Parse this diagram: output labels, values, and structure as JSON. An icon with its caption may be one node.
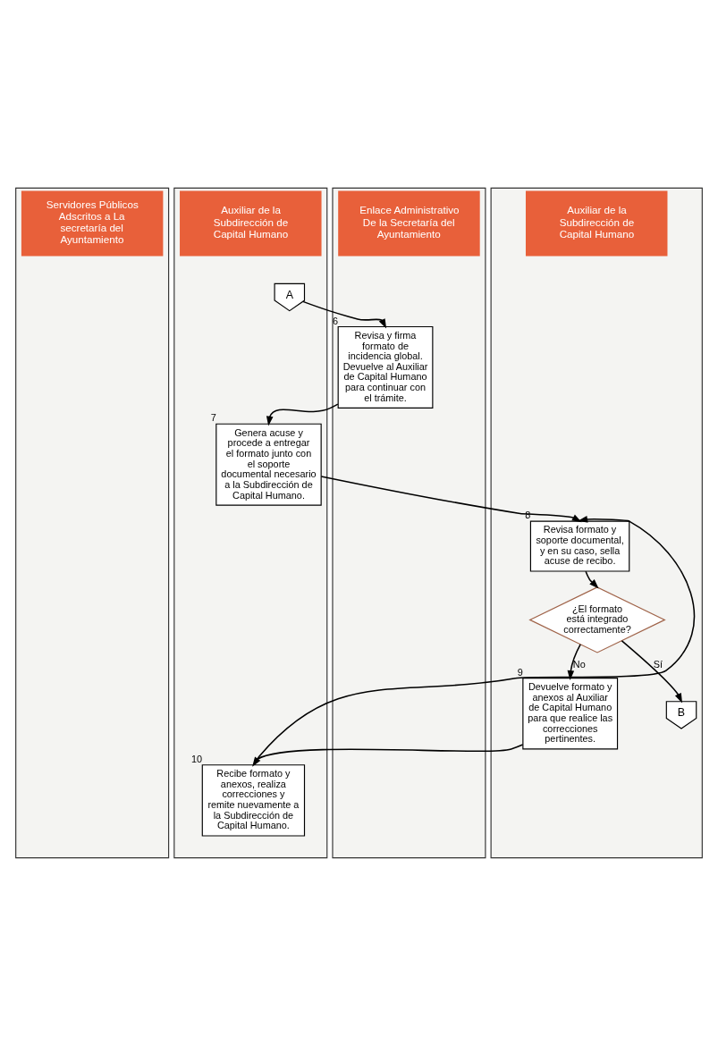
{
  "diagram": {
    "nodes": [
      {
        "text": [
          "Servidores Públicos Adscritos a La secretaría del Ayuntamiento"
        ]
      },
      {
        "text": [
          "Auxiliar de la Subdirección de Capital Humano"
        ]
      },
      {
        "text": [
          "Enlace Administrativo De la Secretaría del Ayuntamiento"
        ]
      },
      {
        "text": [
          "Auxiliar de la Subdirección de Capital Humano"
        ]
      },
      {
        "text": [
          "A"
        ],
        "in": 1
      },
      {
        "text": [
          "Revisa y firma formato de incidencia global. Devuelve al Auxiliar de Capital Humano para continuar con el trámite."
        ],
        "in": 2,
        "beside": [
          "6"
        ]
      },
      {
        "text": [
          "Genera acuse y procede a entregar el formato junto con el soporte documental necesario a la Subdirección de Capital Humano."
        ],
        "in": 1,
        "beside": [
          "7"
        ]
      },
      {
        "text": [
          "Revisa formato y soporte documental, y en su caso, sella acuse de recibo."
        ],
        "in": 3,
        "beside": [
          "8"
        ]
      },
      {
        "text": [
          "¿El formato está integrado correctamente?"
        ],
        "in": 3
      },
      {
        "text": [
          "Devuelve formato y anexos al Auxiliar de Capital Humano para que realice las correcciones pertinentes."
        ],
        "in": 3,
        "beside": [
          "9"
        ]
      },
      {
        "text": [
          "Recibe formato y anexos, realiza correcciones y remite nuevamente a la Subdirección de Capital Humano."
        ],
        "in": 1,
        "beside": [
          "10"
        ]
      },
      {
        "text": [
          "B"
        ],
        "in": 3
      }
    ],
    "edges": [
      {
        "from": 4,
        "to": 5,
        "arrow": "to"
      },
      {
        "from": 5,
        "to": 6,
        "arrow": "to"
      },
      {
        "from": 6,
        "to": 7,
        "arrow": "to"
      },
      {
        "from": 7,
        "to": 8,
        "arrow": "to"
      },
      {
        "from": 8,
        "to": 9,
        "arrow": "to",
        "label": "No"
      },
      {
        "from": 8,
        "to": 11,
        "arrow": "to",
        "label": "Sí"
      },
      {
        "from": 9,
        "to": 10,
        "arrow": "to"
      },
      {
        "from": 10,
        "to": 7,
        "arrow": "to"
      }
    ]
  }
}
